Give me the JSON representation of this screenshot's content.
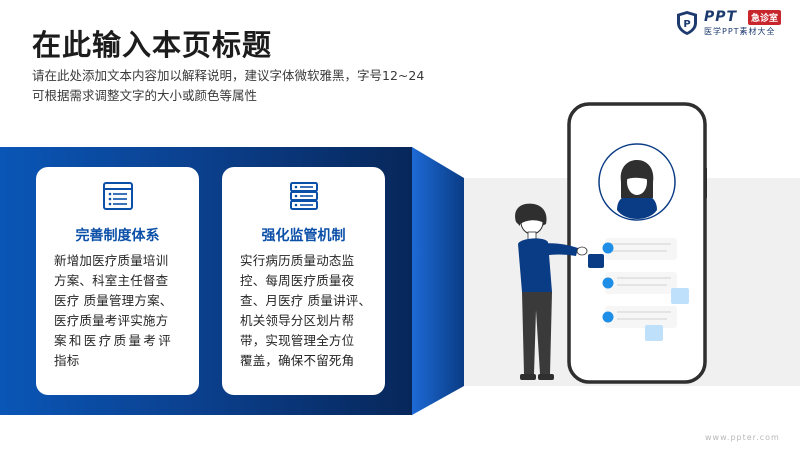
{
  "header": {
    "title": "在此输入本页标题",
    "subtitle_lines": [
      "请在此处添加文本内容加以解释说明，建议字体微软雅黑，字号12~24",
      "可根据需求调整文字的大小或颜色等属性"
    ]
  },
  "logo": {
    "brand": "PPT",
    "tag": "急诊室",
    "tagline": "医学PPT素材大全"
  },
  "cards": [
    {
      "icon": "document-list-icon",
      "title": "完善制度体系",
      "lines": [
        "新增加医疗质量培训",
        "方案、科室主任督查",
        "医疗 质量管理方案、",
        "医疗质量考评实施方",
        "案和医疗质量考评",
        "指标"
      ]
    },
    {
      "icon": "server-database-icon",
      "title": "强化监管机制",
      "lines": [
        "实行病历质量动态监",
        "控、每周医疗质量夜",
        "查、月医疗 质量讲评、",
        "机关领导分区划片帮",
        "带，实现管理全方位",
        "覆盖，确保不留死角"
      ]
    }
  ],
  "watermark": "www.ppter.com",
  "colors": {
    "accent_blue": "#0a4fa8",
    "panel_dark": "#07275a",
    "panel_light": "#0a56b6",
    "bubble_light": "#bfe0fb",
    "dot_blue": "#1f8ee6",
    "logo_red": "#c8262d",
    "figure_dark": "#3a3a3a"
  }
}
